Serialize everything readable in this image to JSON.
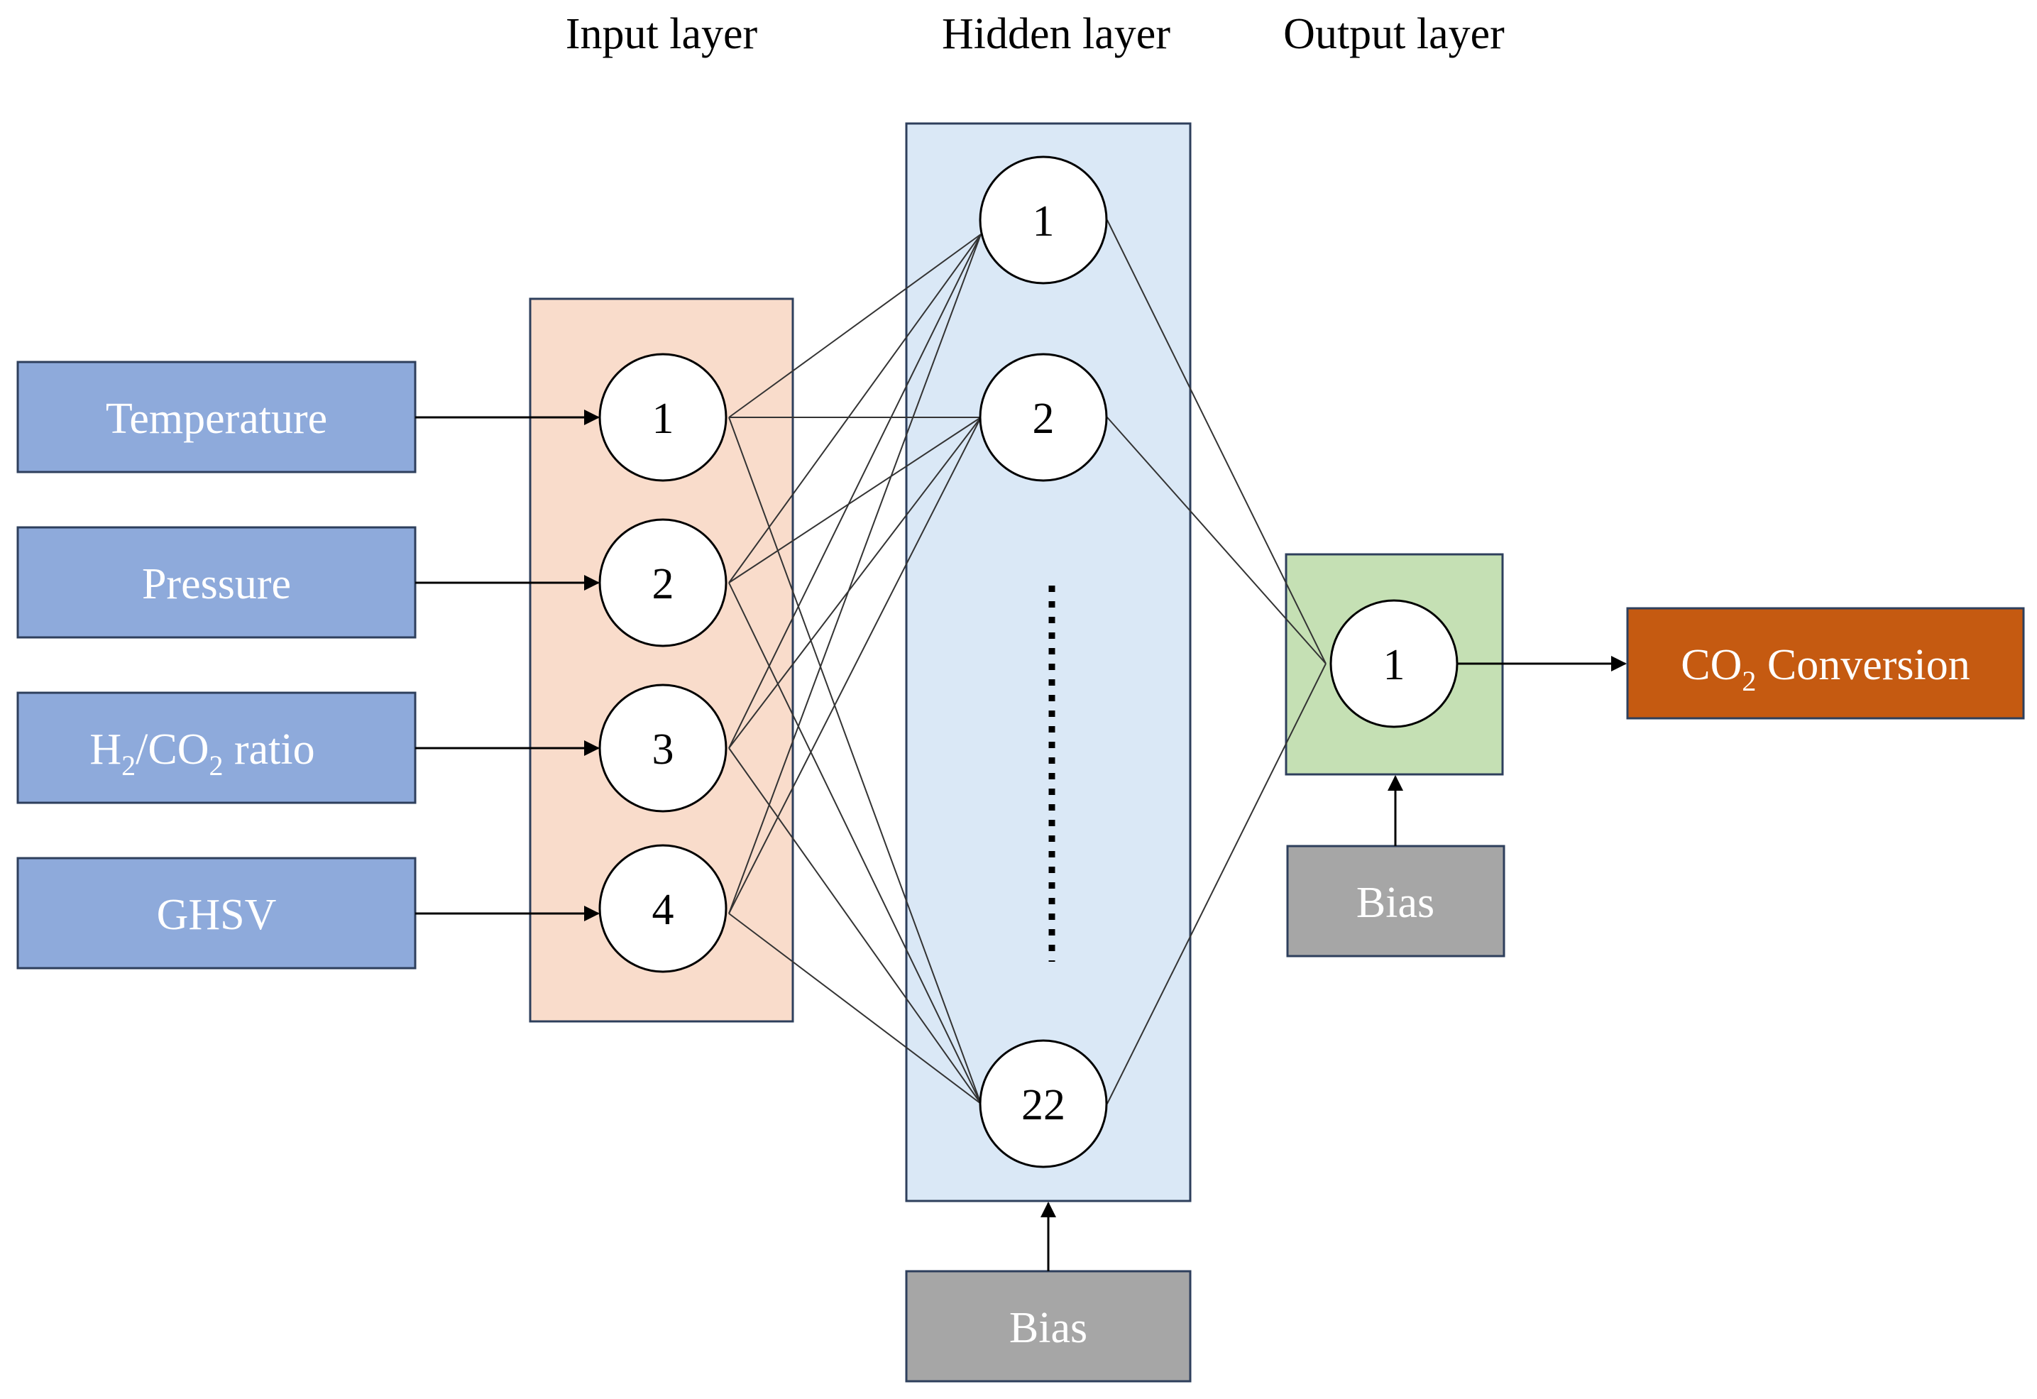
{
  "layer_titles": {
    "input": "Input layer",
    "hidden": "Hidden layer",
    "output": "Output layer"
  },
  "inputs": [
    {
      "label": "Temperature"
    },
    {
      "label": "Pressure"
    },
    {
      "label_main": "H",
      "sub1": "2",
      "label_mid": "/CO",
      "sub2": "2",
      "label_tail": " ratio"
    },
    {
      "label": "GHSV"
    }
  ],
  "input_nodes": [
    "1",
    "2",
    "3",
    "4"
  ],
  "hidden_nodes": [
    "1",
    "2",
    "22"
  ],
  "output_nodes": [
    "1"
  ],
  "output_box": {
    "label_main": "CO",
    "sub": "2",
    "label_tail": " Conversion"
  },
  "bias": {
    "hidden": "Bias",
    "output": "Bias"
  },
  "colors": {
    "input_box": "#8eaadb",
    "input_panel": "#f9dccb",
    "hidden_panel": "#dae8f6",
    "output_panel": "#c5e0b4",
    "output_box": "#c55a11",
    "bias_box": "#a6a6a6",
    "box_text": "#ffffff"
  }
}
